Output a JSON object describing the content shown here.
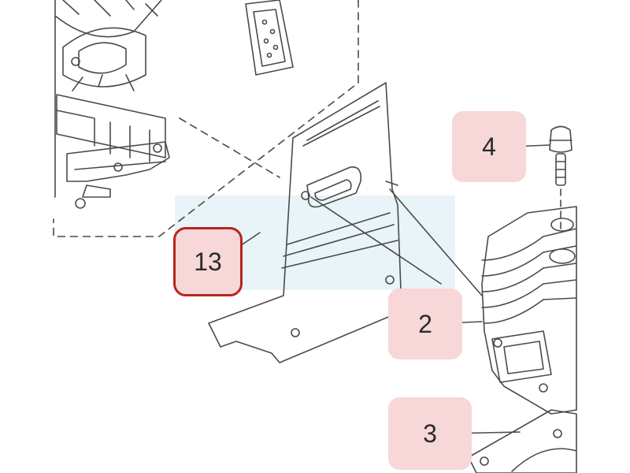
{
  "colors": {
    "line": "#4a4a4a",
    "callout_fill": "#f7d7d7",
    "callout_highlight_border": "#b5261e",
    "watermark": "#cfe6f0"
  },
  "callouts": [
    {
      "id": "13",
      "label": "13",
      "highlighted": true
    },
    {
      "id": "4",
      "label": "4",
      "highlighted": false
    },
    {
      "id": "2",
      "label": "2",
      "highlighted": false
    },
    {
      "id": "3",
      "label": "3",
      "highlighted": false
    }
  ]
}
